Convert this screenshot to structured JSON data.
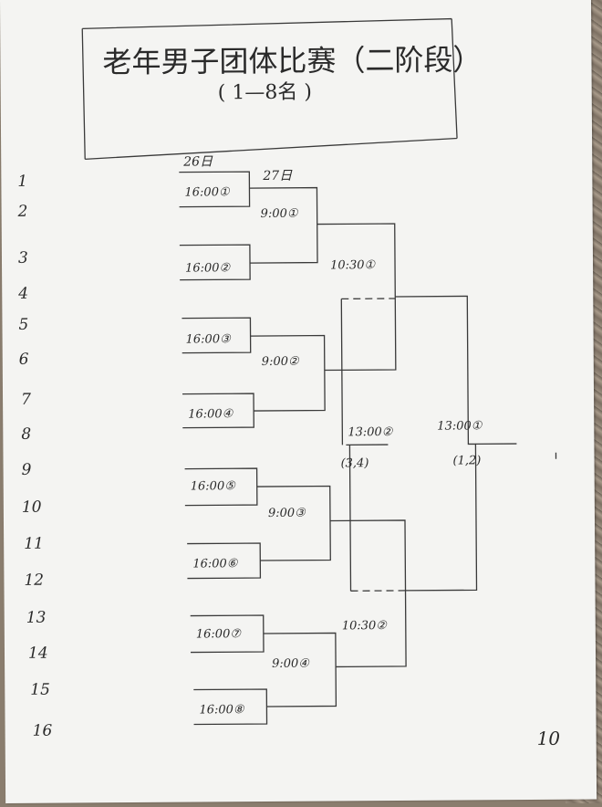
{
  "title": "老年男子团体比赛（二阶段）",
  "subtitle": "( 1—8名 )",
  "dates": {
    "day1": "26日",
    "day2": "27日"
  },
  "row_numbers": [
    "1",
    "2",
    "3",
    "4",
    "5",
    "6",
    "7",
    "8",
    "9",
    "10",
    "11",
    "12",
    "13",
    "14",
    "15",
    "16"
  ],
  "first_round": [
    "16:00①",
    "16:00②",
    "16:00③",
    "16:00④",
    "16:00⑤",
    "16:00⑥",
    "16:00⑦",
    "16:00⑧"
  ],
  "second_round": [
    "9:00①",
    "9:00②",
    "9:00③",
    "9:00④"
  ],
  "semifinals": [
    "10:30①",
    "10:30②"
  ],
  "third_place": {
    "time": "13:00②",
    "note": "(3,4)"
  },
  "final": {
    "time": "13:00①",
    "note": "(1,2)"
  },
  "page_number": "10"
}
